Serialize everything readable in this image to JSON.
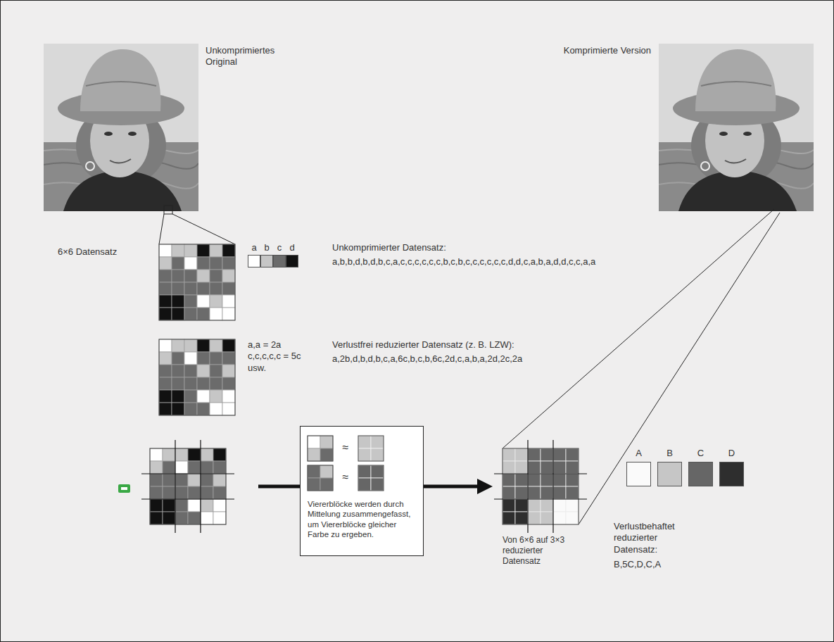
{
  "diagram": {
    "nodes": [
      {
        "text": [
          "≈",
          "≈",
          "Viererblöcke werden durch Mittelung zusammengefasst, um Viererblöcke gleicher Farbe zu ergeben."
        ]
      },
      {
        "text": [
          "Von 6×6 auf 3×3 reduzierter Datensatz"
        ]
      }
    ],
    "edges": [
      {
        "from": 0,
        "to": 1,
        "arrow": "to"
      }
    ],
    "labels": [
      "Unkomprimiertes Original",
      "Komprimierte Version",
      "6×6 Datensatz",
      "Unkomprimierter Datensatz:",
      "a,b,b,d,b,d,b,c,a,c,c,c,c,c,c,b,c,b,c,c,c,c,c,c,d,d,c,a,b,a,d,d,c,c,a,a",
      "a,a = 2a c,c,c,c,c = 5c usw.",
      "Verlustfrei reduzierter Datensatz (z. B. LZW):",
      "a,2b,d,b,d,b,c,a,6c,b,c,b,6c,2d,c,a,b,a,2d,2c,2a",
      "Verlustbehaftet reduzierter Datensatz:",
      "B,5C,D,C,A"
    ],
    "legend": [
      {
        "text": "a",
        "color": "#ffffff"
      },
      {
        "text": "b",
        "color": "#c6c6c6"
      },
      {
        "text": "c",
        "color": "#6b6b6b"
      },
      {
        "text": "d",
        "color": "#111111"
      },
      {
        "text": "A",
        "color": "#fafafa"
      },
      {
        "text": "B",
        "color": "#c6c6c6"
      },
      {
        "text": "C",
        "color": "#666666"
      },
      {
        "text": "D",
        "color": "#2e2e2e"
      }
    ]
  }
}
